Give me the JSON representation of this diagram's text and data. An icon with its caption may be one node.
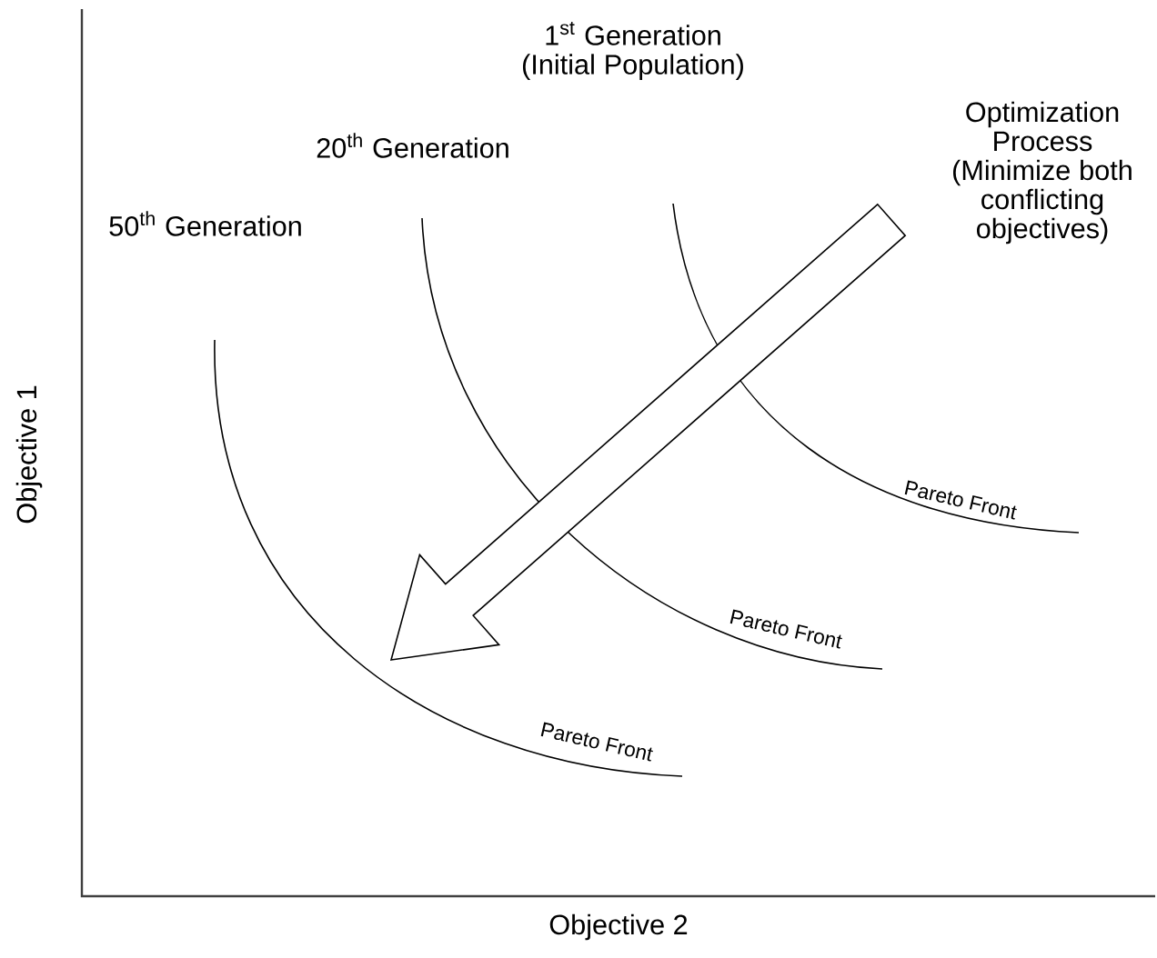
{
  "diagram": {
    "labels": [
      "1$^{st}$ Generation (Initial Population)",
      "Optimization Process (Minimize both conflicting objectives)",
      "20$^{th}$ Generation",
      "50$^{th}$ Generation",
      "Pareto Front",
      "Pareto Front",
      "Pareto Front",
      "Objective 1",
      "Objective 2"
    ]
  }
}
